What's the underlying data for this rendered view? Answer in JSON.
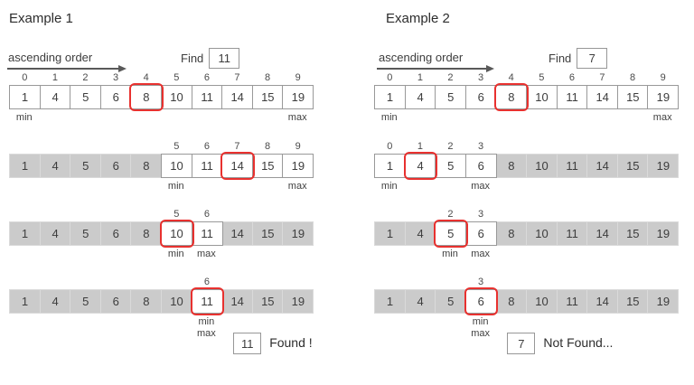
{
  "colors": {
    "highlight_red": "#e8312f",
    "cell_border": "#999999",
    "inactive_fill": "#cbcbcb",
    "inactive_border": "#dadada"
  },
  "examples": [
    {
      "title": "Example 1",
      "ascending_label": "ascending order",
      "find_label": "Find",
      "find_value": "11",
      "min_label": "min",
      "max_label": "max",
      "array_values": [
        "1",
        "4",
        "5",
        "6",
        "8",
        "10",
        "11",
        "14",
        "15",
        "19"
      ],
      "steps": [
        {
          "indices": [
            "0",
            "1",
            "2",
            "3",
            "4",
            "5",
            "6",
            "7",
            "8",
            "9"
          ],
          "first_index": 0,
          "active_start": 0,
          "active_end": 9,
          "highlight": 4,
          "min_at": 0,
          "max_at": 9,
          "stacked": false
        },
        {
          "indices": [
            "5",
            "6",
            "7",
            "8",
            "9"
          ],
          "first_index": 5,
          "active_start": 5,
          "active_end": 9,
          "highlight": 7,
          "min_at": 5,
          "max_at": 9,
          "stacked": false
        },
        {
          "indices": [
            "5",
            "6"
          ],
          "first_index": 5,
          "active_start": 5,
          "active_end": 6,
          "highlight": 5,
          "min_at": 5,
          "max_at": 6,
          "stacked": false
        },
        {
          "indices": [
            "6"
          ],
          "first_index": 6,
          "active_start": 6,
          "active_end": 6,
          "highlight": 6,
          "min_at": 6,
          "max_at": 6,
          "stacked": true
        }
      ],
      "result": {
        "value": "11",
        "text": "Found !"
      }
    },
    {
      "title": "Example 2",
      "ascending_label": "ascending order",
      "find_label": "Find",
      "find_value": "7",
      "min_label": "min",
      "max_label": "max",
      "array_values": [
        "1",
        "4",
        "5",
        "6",
        "8",
        "10",
        "11",
        "14",
        "15",
        "19"
      ],
      "steps": [
        {
          "indices": [
            "0",
            "1",
            "2",
            "3",
            "4",
            "5",
            "6",
            "7",
            "8",
            "9"
          ],
          "first_index": 0,
          "active_start": 0,
          "active_end": 9,
          "highlight": 4,
          "min_at": 0,
          "max_at": 9,
          "stacked": false
        },
        {
          "indices": [
            "0",
            "1",
            "2",
            "3"
          ],
          "first_index": 0,
          "active_start": 0,
          "active_end": 3,
          "highlight": 1,
          "min_at": 0,
          "max_at": 3,
          "stacked": false
        },
        {
          "indices": [
            "2",
            "3"
          ],
          "first_index": 2,
          "active_start": 2,
          "active_end": 3,
          "highlight": 2,
          "min_at": 2,
          "max_at": 3,
          "stacked": false
        },
        {
          "indices": [
            "3"
          ],
          "first_index": 3,
          "active_start": 3,
          "active_end": 3,
          "highlight": 3,
          "min_at": 3,
          "max_at": 3,
          "stacked": true
        }
      ],
      "result": {
        "value": "7",
        "text": "Not Found..."
      }
    }
  ]
}
